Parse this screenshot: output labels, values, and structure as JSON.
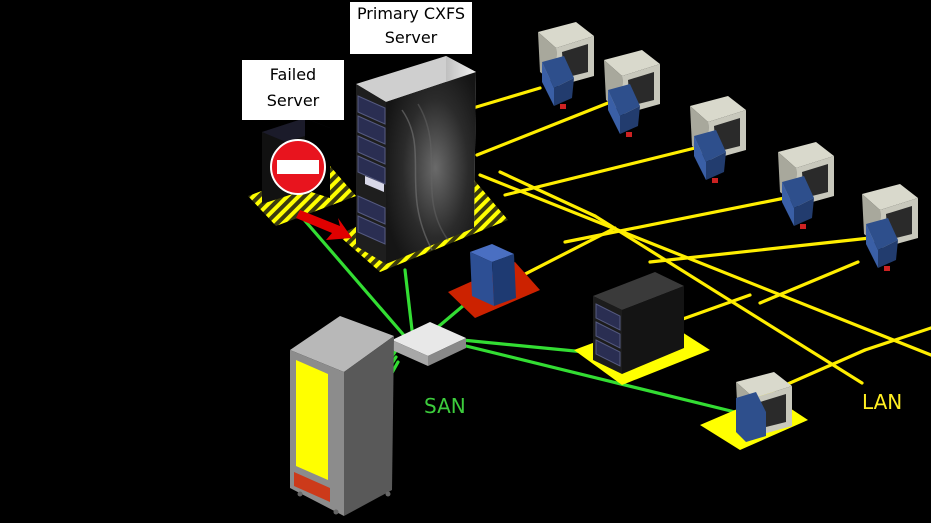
{
  "callouts": {
    "primary_server": {
      "line1": "Primary CXFS",
      "line2": "Server"
    },
    "failed_server": {
      "line1": "Failed",
      "line2": "Server"
    }
  },
  "networks": {
    "san": "SAN",
    "lan": "LAN"
  },
  "icons": {
    "failed": "no-entry-icon",
    "failover": "arrow-icon"
  },
  "colors": {
    "lan_link": "#ffee00",
    "san_link": "#33dd33",
    "failed_indicator": "#e8141e",
    "storage_panel": "#ffff00",
    "pad_yellow": "#ffff00",
    "pad_red": "#cc2200",
    "background": "#000000"
  }
}
